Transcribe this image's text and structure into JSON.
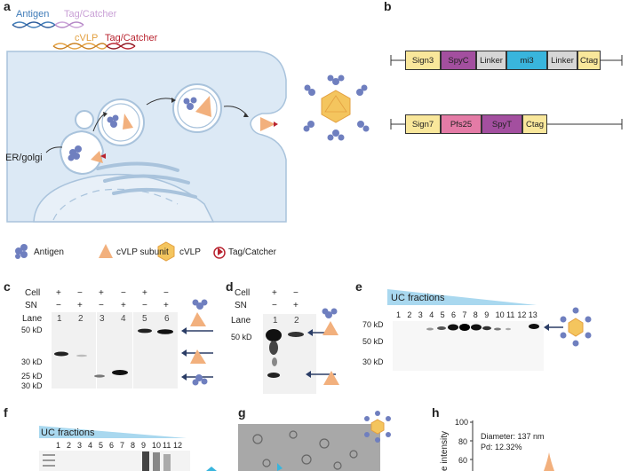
{
  "panels": {
    "a": "a",
    "b": "b",
    "c": "c",
    "d": "d",
    "e": "e",
    "f": "f",
    "g": "g",
    "h": "h"
  },
  "panel_a": {
    "antigen": "Antigen",
    "tag_catcher_top": "Tag/Catcher",
    "cvlp": "cVLP",
    "tag_catcher_2": "Tag/Catcher",
    "er_golgi": "ER/golgi"
  },
  "legend": {
    "antigen": "Antigen",
    "cvlp_subunit": "cVLP subunit",
    "cvlp": "cVLP",
    "tag_catcher": "Tag/Catcher"
  },
  "panel_b": {
    "construct1": [
      "Sign3",
      "SpyC",
      "Linker",
      "mi3",
      "Linker",
      "Ctag"
    ],
    "construct2": [
      "Sign7",
      "Pfs25",
      "SpyT",
      "Ctag"
    ]
  },
  "panel_c": {
    "row_cell": "Cell",
    "row_sn": "SN",
    "row_lane": "Lane",
    "cell_marks": [
      "+",
      "−",
      "+",
      "−",
      "+",
      "−"
    ],
    "sn_marks": [
      "−",
      "+",
      "−",
      "+",
      "−",
      "+"
    ],
    "lanes": [
      "1",
      "2",
      "3",
      "4",
      "5",
      "6"
    ],
    "kd": [
      "50 kD",
      "30 kD",
      "25 kD",
      "30 kD"
    ]
  },
  "panel_d": {
    "row_cell": "Cell",
    "row_sn": "SN",
    "row_lane": "Lane",
    "cell_marks": [
      "+",
      "−"
    ],
    "sn_marks": [
      "−",
      "+"
    ],
    "lanes": [
      "1",
      "2"
    ],
    "kd": [
      "50 kD"
    ]
  },
  "panel_e": {
    "title": "UC fractions",
    "lanes": [
      "1",
      "2",
      "3",
      "4",
      "5",
      "6",
      "7",
      "8",
      "9",
      "10",
      "11",
      "12",
      "13"
    ],
    "kd": [
      "70 kD",
      "50 kD",
      "30 kD"
    ]
  },
  "panel_f": {
    "title": "UC fractions",
    "lanes": [
      "1",
      "2",
      "3",
      "4",
      "5",
      "6",
      "7",
      "8",
      "9",
      "10",
      "11",
      "12"
    ]
  },
  "panel_h": {
    "y_tick_100": "100",
    "y_tick_80": "80",
    "y_tick_60": "60",
    "ylabel": "e intensity",
    "diameter": "Diameter: 137 nm",
    "pd": "Pd: 12.32%"
  },
  "colors": {
    "antigen": "#6f7fbf",
    "cvlp_subunit": "#f2b07d",
    "cvlp": "#f4c55e",
    "tag": "#b8232f",
    "cell_fill": "#dce9f5",
    "sign_yellow": "#f9e79b",
    "spy_purple": "#a34f9f",
    "mi3_blue": "#39b5dd",
    "linker_gray": "#d6d6d6",
    "pfs25_pink": "#e47ba6",
    "uc_gradient": "#a9d8ef"
  }
}
